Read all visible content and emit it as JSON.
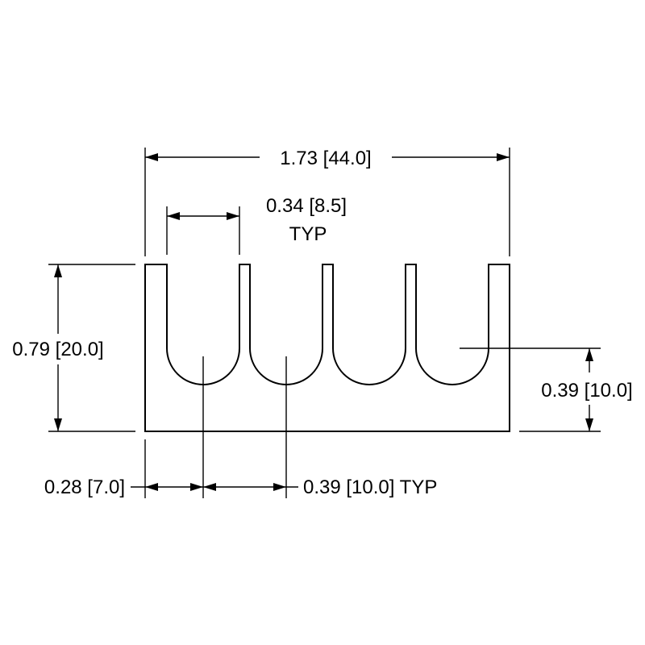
{
  "dimensions": {
    "overall_width": "1.73 [44.0]",
    "slot_width": "0.34 [8.5]",
    "slot_width_note": "TYP",
    "overall_height": "0.79 [20.0]",
    "slot_bottom_height": "0.39 [10.0]",
    "first_slot_offset": "0.28 [7.0]",
    "slot_pitch": "0.39 [10.0] TYP"
  },
  "colors": {
    "line": "#000000",
    "background": "#ffffff"
  }
}
